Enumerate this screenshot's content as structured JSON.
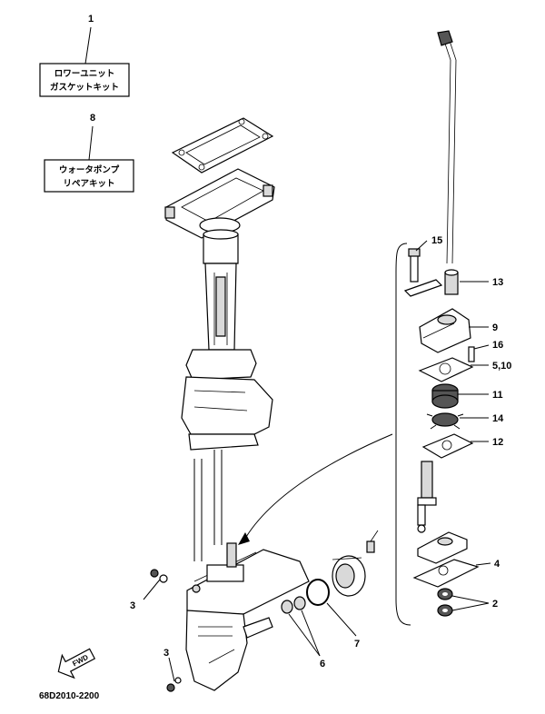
{
  "kits": [
    {
      "number": "1",
      "line1": "ロワーユニット",
      "line2": "ガスケットキット"
    },
    {
      "number": "8",
      "line1": "ウォータポンプ",
      "line2": "リペアキット"
    }
  ],
  "callouts": {
    "c15": "15",
    "c13": "13",
    "c9": "9",
    "c16": "16",
    "c5_10": "5,10",
    "c11": "11",
    "c14": "14",
    "c12": "12",
    "c4": "4",
    "c2": "2",
    "c7": "7",
    "c6": "6",
    "c3a": "3",
    "c3b": "3"
  },
  "forward_label": "FWD",
  "diagram_code": "68D2010-2200"
}
